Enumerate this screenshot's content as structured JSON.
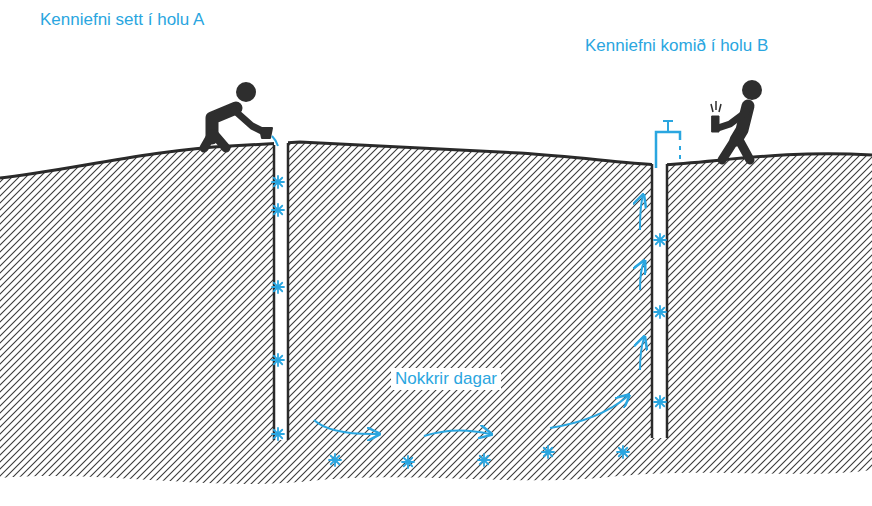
{
  "diagram": {
    "labels": [
      "Kenniefni sett í holu A",
      "Kenniefni komið í holu B",
      "Nokkrir dagar"
    ]
  }
}
